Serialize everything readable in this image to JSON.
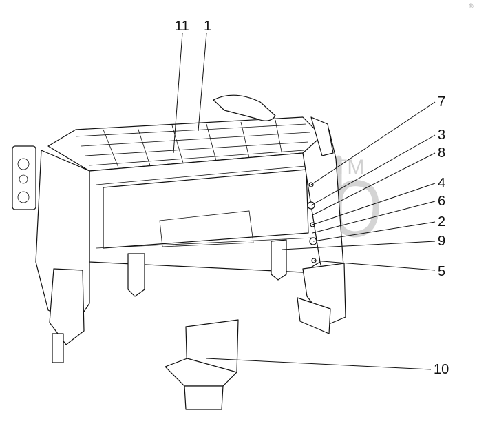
{
  "diagram": {
    "corner_mark": "©",
    "watermark_mark": "TM",
    "callouts": [
      {
        "id": "11",
        "label": "11"
      },
      {
        "id": "1",
        "label": "1"
      },
      {
        "id": "7",
        "label": "7"
      },
      {
        "id": "3",
        "label": "3"
      },
      {
        "id": "8",
        "label": "8"
      },
      {
        "id": "4",
        "label": "4"
      },
      {
        "id": "6",
        "label": "6"
      },
      {
        "id": "2",
        "label": "2"
      },
      {
        "id": "9",
        "label": "9"
      },
      {
        "id": "5",
        "label": "5"
      },
      {
        "id": "10",
        "label": "10"
      }
    ]
  }
}
